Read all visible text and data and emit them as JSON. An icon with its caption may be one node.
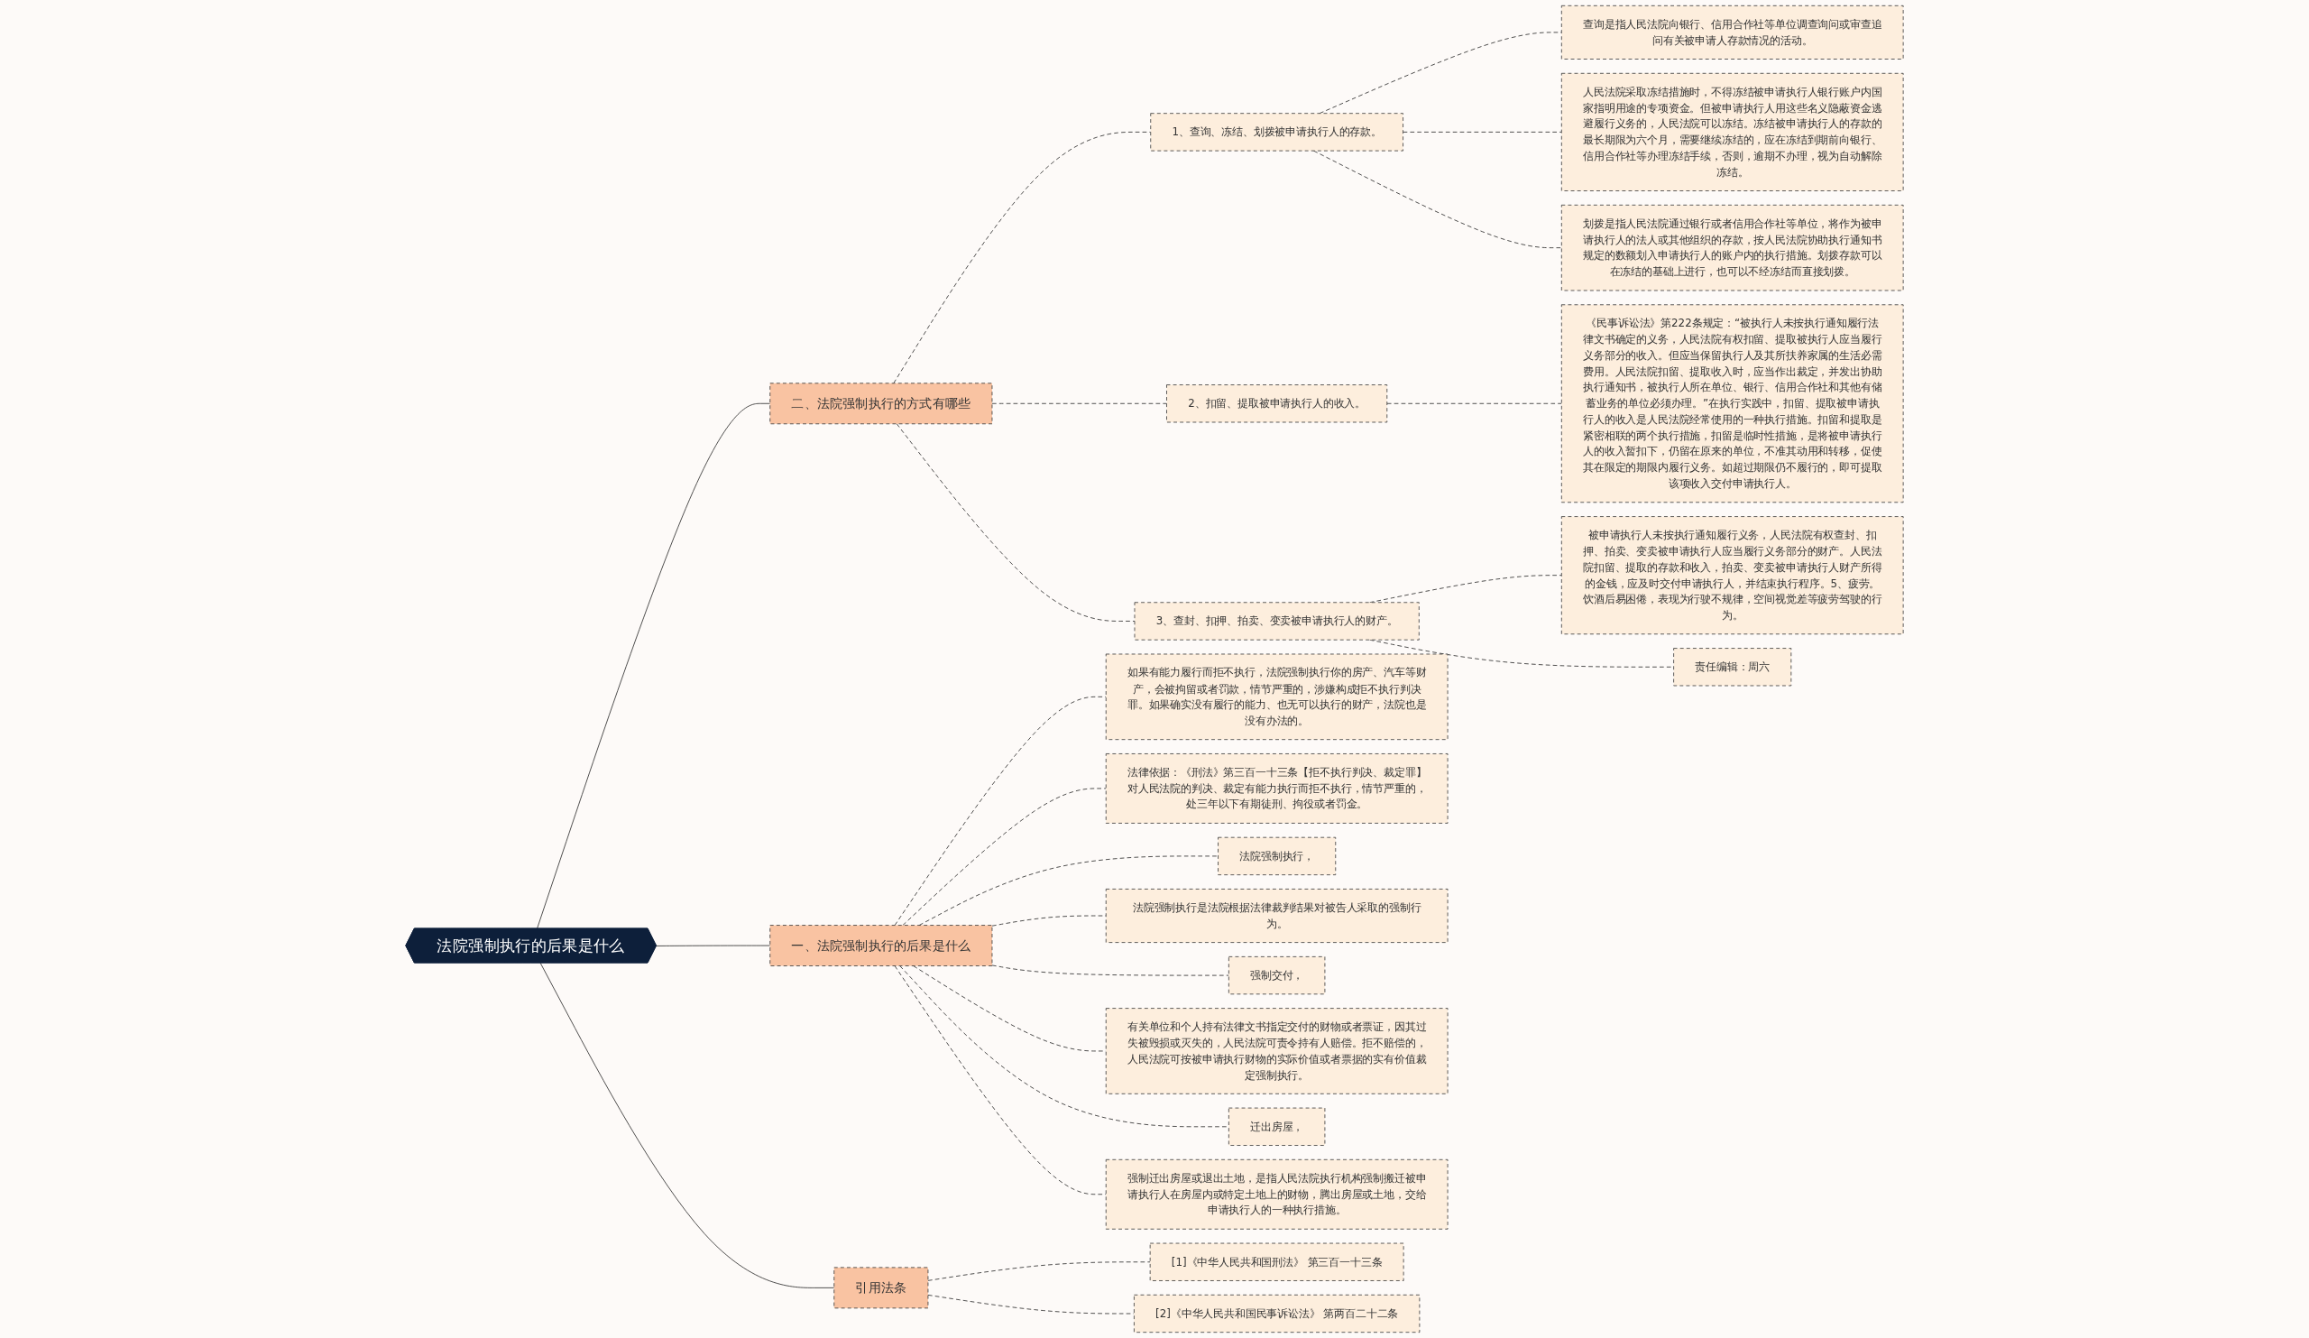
{
  "diagram": {
    "nodes": [
      {
        "text": [
          "法院强制执行的后果是什么"
        ]
      },
      {
        "text": [
          "一、法院强制执行的后果是什么"
        ]
      },
      {
        "text": [
          "如果有能力履行而拒不执行，法院强制执行你的房产、汽车等财产，会被拘留或者罚款，情节严重的，涉嫌构成拒不执行判决罪。如果确实没有履行的能力、也无可以执行的财产，法院也是没有办法的。"
        ]
      },
      {
        "text": [
          "法律依据：《刑法》第三百一十三条【拒不执行判决、裁定罪】对人民法院的判决、裁定有能力执行而拒不执行，情节严重的，处三年以下有期徒刑、拘役或者罚金。"
        ]
      },
      {
        "text": [
          "法院强制执行，"
        ]
      },
      {
        "text": [
          "法院强制执行是法院根据法律裁判结果对被告人采取的强制行为。"
        ]
      },
      {
        "text": [
          "强制交付，"
        ]
      },
      {
        "text": [
          "有关单位和个人持有法律文书指定交付的财物或者票证，因其过失被毁损或灭失的，人民法院可责令持有人赔偿。拒不赔偿的，人民法院可按被申请执行财物的实际价值或者票据的实有价值裁定强制执行。"
        ]
      },
      {
        "text": [
          "迁出房屋，"
        ]
      },
      {
        "text": [
          "强制迁出房屋或退出土地，是指人民法院执行机构强制搬迁被申请执行人在房屋内或特定土地上的财物，腾出房屋或土地，交给申请执行人的一种执行措施。"
        ]
      },
      {
        "text": [
          "引用法条"
        ]
      },
      {
        "text": [
          "[1]《中华人民共和国刑法》 第三百一十三条"
        ]
      },
      {
        "text": [
          "[2]《中华人民共和国民事诉讼法》 第两百二十二条"
        ]
      },
      {
        "text": [
          "二、法院强制执行的方式有哪些"
        ]
      },
      {
        "text": [
          "1、查询、冻结、划拨被申请执行人的存款。"
        ]
      },
      {
        "text": [
          "查询是指人民法院向银行、信用合作社等单位调查询问或审查追问有关被申请人存款情况的活动。"
        ]
      },
      {
        "text": [
          "人民法院采取冻结措施时，不得冻结被申请执行人银行账户内国家指明用途的专项资金。但被申请执行人用这些名义隐蔽资金逃避履行义务的，人民法院可以冻结。冻结被申请执行人的存款的最长期限为六个月，需要继续冻结的，应在冻结到期前向银行、信用合作社等办理冻结手续，否则，逾期不办理，视为自动解除冻结。"
        ]
      },
      {
        "text": [
          "划拨是指人民法院通过银行或者信用合作社等单位，将作为被申请执行人的法人或其他组织的存款，按人民法院协助执行通知书规定的数额划入申请执行人的账户内的执行措施。划拨存款可以在冻结的基础上进行，也可以不经冻结而直接划拨。"
        ]
      },
      {
        "text": [
          "2、扣留、提取被申请执行人的收入。"
        ]
      },
      {
        "text": [
          "《民事诉讼法》第222条规定：“被执行人未按执行通知履行法律文书确定的义务，人民法院有权扣留、提取被执行人应当履行义务部分的收入。但应当保留执行人及其所扶养家属的生活必需费用。人民法院扣留、提取收入时，应当作出裁定，并发出协助执行通知书，被执行人所在单位、银行、信用合作社和其他有储蓄业务的单位必须办理。”在执行实践中，扣留、提取被申请执行人的收入是人民法院经常使用的一种执行措施。扣留和提取是紧密相联的两个执行措施，扣留是临时性措施，是将被申请执行人的收入暂扣下，仍留在原来的单位，不准其动用和转移，促使其在限定的期限内履行义务。如超过期限仍不履行的，即可提取该项收入交付申请执行人。"
        ]
      },
      {
        "text": [
          "3、查封、扣押、拍卖、变卖被申请执行人的财产。"
        ]
      },
      {
        "text": [
          "被申请执行人未按执行通知履行义务，人民法院有权查封、扣押、拍卖、变卖被申请执行人应当履行义务部分的财产。人民法院扣留、提取的存款和收入，拍卖、变卖被申请执行人财产所得的金钱，应及时交付申请执行人，并结束执行程序。5、疲劳。饮酒后易困倦，表现为行驶不规律，空间视觉差等疲劳驾驶的行为。"
        ]
      },
      {
        "text": [
          "责任编辑：周六"
        ]
      }
    ],
    "edges": [
      {
        "from": 0,
        "to": 13,
        "arrow": "none"
      },
      {
        "from": 13,
        "to": 14,
        "arrow": "none",
        "style": "dashed"
      },
      {
        "from": 14,
        "to": 15,
        "arrow": "none",
        "style": "dashed"
      },
      {
        "from": 14,
        "to": 16,
        "arrow": "none",
        "style": "dashed"
      },
      {
        "from": 14,
        "to": 17,
        "arrow": "none",
        "style": "dashed"
      },
      {
        "from": 13,
        "to": 18,
        "arrow": "none",
        "style": "dashed"
      },
      {
        "from": 18,
        "to": 19,
        "arrow": "none",
        "style": "dashed"
      },
      {
        "from": 13,
        "to": 20,
        "arrow": "none",
        "style": "dashed"
      },
      {
        "from": 20,
        "to": 21,
        "arrow": "none",
        "style": "dashed"
      },
      {
        "from": 20,
        "to": 22,
        "arrow": "none",
        "style": "dashed"
      },
      {
        "from": 0,
        "to": 1,
        "arrow": "none"
      },
      {
        "from": 1,
        "to": 2,
        "arrow": "none",
        "style": "dashed"
      },
      {
        "from": 1,
        "to": 3,
        "arrow": "none",
        "style": "dashed"
      },
      {
        "from": 1,
        "to": 4,
        "arrow": "none",
        "style": "dashed"
      },
      {
        "from": 1,
        "to": 5,
        "arrow": "none",
        "style": "dashed"
      },
      {
        "from": 1,
        "to": 6,
        "arrow": "none",
        "style": "dashed"
      },
      {
        "from": 1,
        "to": 7,
        "arrow": "none",
        "style": "dashed"
      },
      {
        "from": 1,
        "to": 8,
        "arrow": "none",
        "style": "dashed"
      },
      {
        "from": 1,
        "to": 9,
        "arrow": "none",
        "style": "dashed"
      },
      {
        "from": 0,
        "to": 10,
        "arrow": "none"
      },
      {
        "from": 10,
        "to": 11,
        "arrow": "none",
        "style": "dashed"
      },
      {
        "from": 10,
        "to": 12,
        "arrow": "none",
        "style": "dashed"
      }
    ]
  }
}
